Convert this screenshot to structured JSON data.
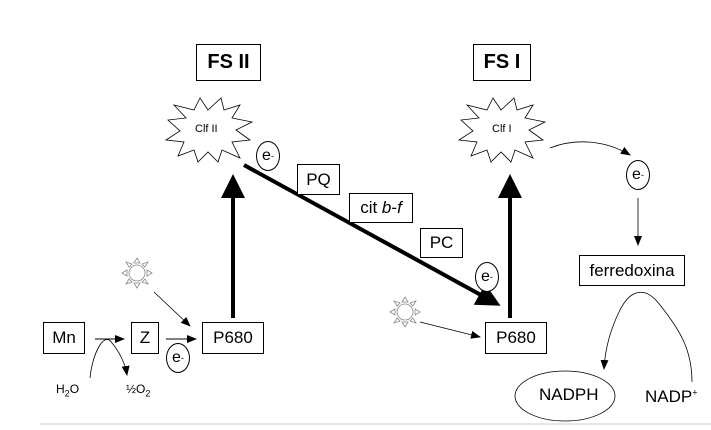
{
  "fs2": {
    "title": "FS II",
    "center": "Clf II",
    "donor": "P680"
  },
  "fs1": {
    "title": "FS I",
    "center": "Clf I",
    "donor": "P680"
  },
  "chain": {
    "pq": "PQ",
    "cit_prefix": "cit ",
    "cit_b": "b",
    "cit_dash": "-",
    "cit_f": "f",
    "pc": "PC"
  },
  "water": {
    "mn": "Mn",
    "z": "Z",
    "h": "H",
    "h_sub": "2",
    "o": "O",
    "half": "½O",
    "half_sub": "2"
  },
  "electron": {
    "e": "e",
    "sup": "-"
  },
  "acceptor": {
    "ferredoxin": "ferredoxina",
    "nadph": "NADPH",
    "nadp": "NADP",
    "nadp_sup": "+"
  },
  "icons": [
    "sun-icon",
    "starburst-icon"
  ],
  "colors": {
    "line": "#000000",
    "divider": "#cccccc"
  }
}
